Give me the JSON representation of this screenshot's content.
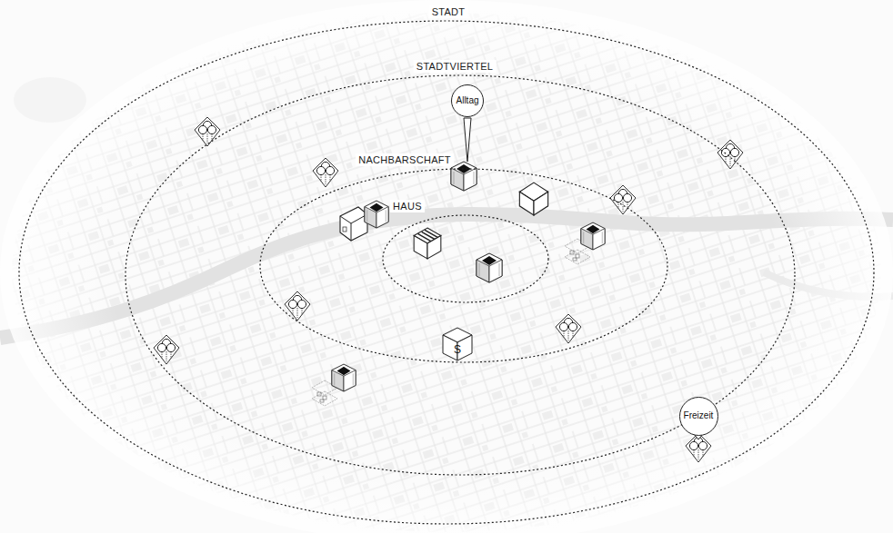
{
  "diagram": {
    "nodes": [
      {
        "text": [
          "STADT"
        ]
      },
      {
        "text": [
          "STADTVIERTEL"
        ],
        "in": 0
      },
      {
        "text": [
          "NACHBARSCHAFT"
        ],
        "in": 1
      },
      {
        "text": [
          "HAUS"
        ],
        "in": 2
      },
      {
        "text": [
          "Alltag"
        ],
        "in": 1
      },
      {
        "text": [
          "S"
        ],
        "in": 1
      },
      {
        "text": [
          "Freizeit"
        ],
        "in": 1
      }
    ]
  }
}
